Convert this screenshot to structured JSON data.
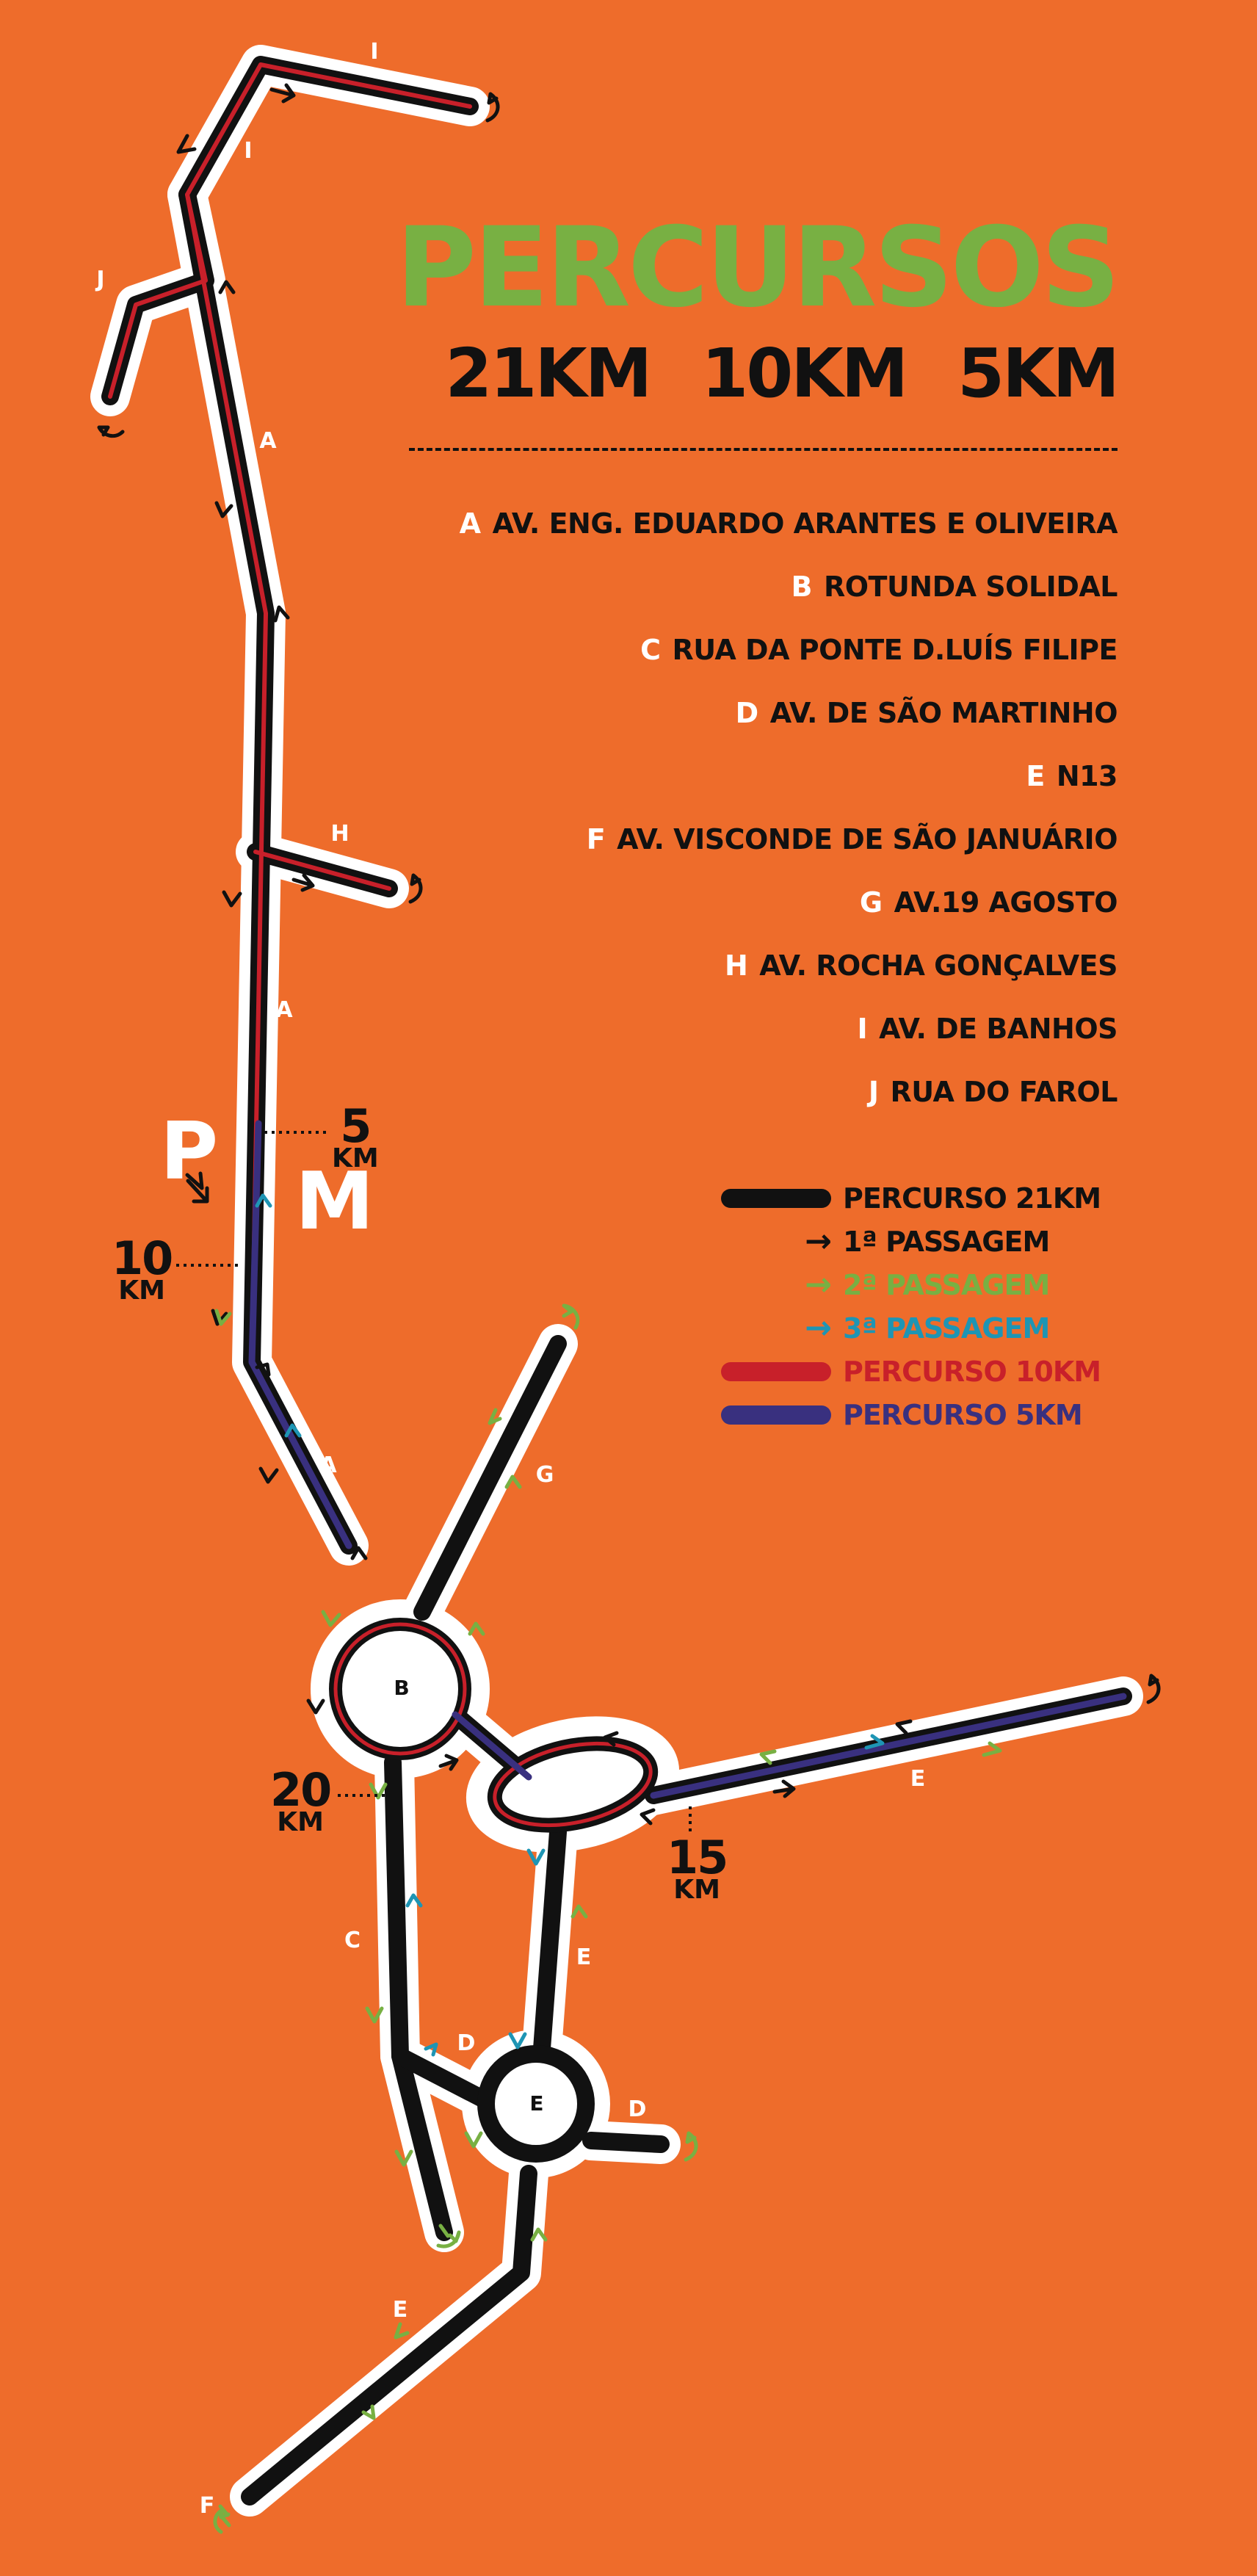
{
  "title": "PERCURSOS",
  "distances": [
    "21KM",
    "10KM",
    "5KM"
  ],
  "streets": [
    {
      "letter": "A",
      "name": "AV. ENG. EDUARDO ARANTES E OLIVEIRA"
    },
    {
      "letter": "B",
      "name": "ROTUNDA SOLIDAL"
    },
    {
      "letter": "C",
      "name": "RUA DA PONTE D.LUÍS FILIPE"
    },
    {
      "letter": "D",
      "name": "AV. DE SÃO MARTINHO"
    },
    {
      "letter": "E",
      "name": "N13"
    },
    {
      "letter": "F",
      "name": "AV. VISCONDE DE SÃO JANUÁRIO"
    },
    {
      "letter": "G",
      "name": "AV.19 AGOSTO"
    },
    {
      "letter": "H",
      "name": "AV. ROCHA GONÇALVES"
    },
    {
      "letter": "I",
      "name": "AV. DE BANHOS"
    },
    {
      "letter": "J",
      "name": "RUA DO FAROL"
    }
  ],
  "legend": {
    "route_21km": "PERCURSO 21KM",
    "pass_1": "1ª PASSAGEM",
    "pass_2": "2ª PASSAGEM",
    "pass_3": "3ª PASSAGEM",
    "route_10km": "PERCURSO 10KM",
    "route_5km": "PERCURSO 5KM"
  },
  "colors": {
    "background": "#ee6c2b",
    "title": "#78b043",
    "road": "#111111",
    "route_10km": "#c8202a",
    "route_5km": "#39307f",
    "pass_1": "#111111",
    "pass_2": "#78b043",
    "pass_3": "#1e95b4",
    "casing": "#ffffff"
  },
  "markers": {
    "km5": {
      "num": "5",
      "unit": "KM"
    },
    "km10": {
      "num": "10",
      "unit": "KM"
    },
    "km15": {
      "num": "15",
      "unit": "KM"
    },
    "km20": {
      "num": "20",
      "unit": "KM"
    },
    "parking": "P",
    "metro": "M"
  },
  "map_labels": {
    "roundabout_b": "B",
    "roundabout_e": "E",
    "a": "A",
    "c": "C",
    "d": "D",
    "e": "E",
    "f": "F",
    "g": "G",
    "h": "H",
    "i": "I",
    "j": "J"
  }
}
